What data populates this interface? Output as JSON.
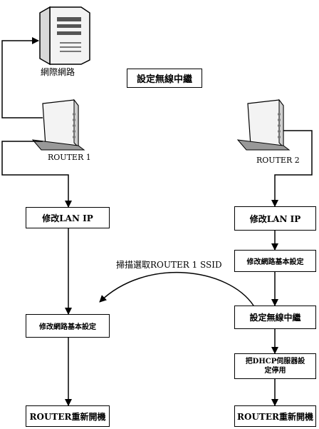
{
  "title": "設定無線中繼",
  "internet_label": "網際網路",
  "router1_label": "ROUTER 1",
  "router2_label": "ROUTER 2",
  "scan_label": "掃描選取ROUTER 1 SSID",
  "left_steps": [
    "修改LAN IP",
    "修改網路基本設定",
    "ROUTER重新開機"
  ],
  "right_steps": [
    "修改LAN IP",
    "修改網路基本設定",
    "設定無線中繼",
    "把DHCP伺服器設定停用",
    "ROUTER重新開機"
  ]
}
